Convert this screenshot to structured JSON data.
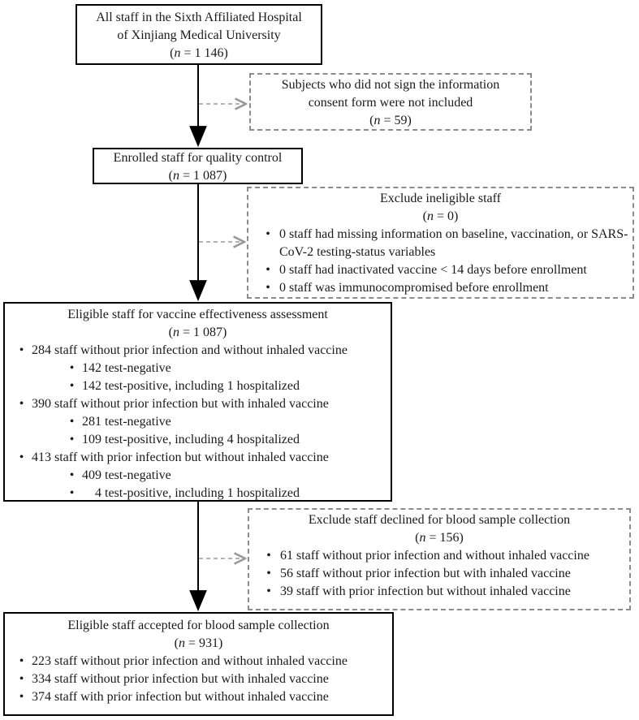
{
  "bullet_char": "•",
  "n_notation": {
    "open": "(",
    "symbol": "n",
    "equals": " = ",
    "close": ")"
  },
  "colors": {
    "background": "#ffffff",
    "solid_border": "#000000",
    "dashed_border": "#8c8c8c",
    "solid_arrow": "#000000",
    "dashed_arrow": "#9a9a9a",
    "text": "#1a1a1a"
  },
  "boxes": {
    "all_staff": {
      "line1": "All staff in the Sixth Affiliated Hospital",
      "line2": "of Xinjiang Medical University",
      "n_value": "1 146"
    },
    "not_included": {
      "line1": "Subjects who did not sign the information",
      "line2": "consent form were not included",
      "n_value": "59"
    },
    "enrolled": {
      "title": "Enrolled staff for quality control",
      "n_value": "1 087"
    },
    "exclude_ineligible": {
      "title": "Exclude ineligible staff",
      "n_value": "0",
      "items": [
        {
          "text": "0 staff had missing information on baseline, vaccination, or SARS-CoV-2 testing-status variables"
        },
        {
          "text": "0 staff had inactivated vaccine < 14 days before enrollment"
        },
        {
          "text": "0 staff was immunocompromised before enrollment"
        }
      ]
    },
    "eligible_ve": {
      "title": "Eligible staff for vaccine effectiveness assessment",
      "n_value": "1 087",
      "items": [
        {
          "level": 1,
          "text": "284 staff without prior infection and without inhaled vaccine"
        },
        {
          "level": 2,
          "text": "142 test-negative"
        },
        {
          "level": 2,
          "text": "142 test-positive, including 1 hospitalized"
        },
        {
          "level": 1,
          "text": "390 staff without prior infection but with inhaled vaccine"
        },
        {
          "level": 2,
          "text": "281 test-negative"
        },
        {
          "level": 2,
          "text": "109 test-positive, including 4 hospitalized"
        },
        {
          "level": 1,
          "text": "413 staff with prior infection but without inhaled vaccine"
        },
        {
          "level": 2,
          "text": "409 test-negative"
        },
        {
          "level": 2,
          "text": "    4 test-positive, including 1 hospitalized"
        }
      ]
    },
    "exclude_declined": {
      "title": "Exclude staff declined for blood sample collection",
      "n_value": "156",
      "items": [
        {
          "text": "61 staff without prior infection and without inhaled vaccine"
        },
        {
          "text": "56 staff without prior infection but with inhaled vaccine"
        },
        {
          "text": "39 staff with prior infection but without inhaled vaccine"
        }
      ]
    },
    "accepted": {
      "title": "Eligible staff accepted for blood sample collection",
      "n_value": "931",
      "items": [
        {
          "text": "223 staff without prior infection and without inhaled vaccine"
        },
        {
          "text": "334 staff without prior infection but with inhaled vaccine"
        },
        {
          "text": "374 staff with prior infection but without inhaled vaccine"
        }
      ]
    }
  }
}
